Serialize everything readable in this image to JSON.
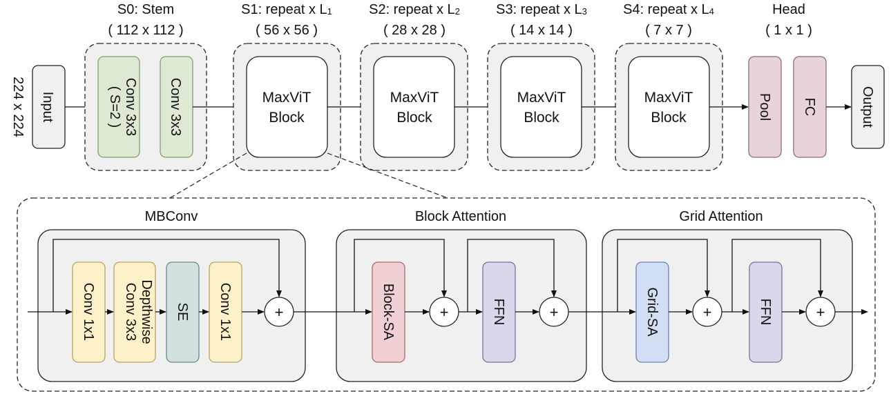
{
  "colors": {
    "stage_bg": "#f0f0f0",
    "stem_fill": "#dde9d3",
    "stem_stroke": "#7fa070",
    "pool_fill": "#e8d2dc",
    "fc_fill": "#e8d2dc",
    "head_stroke": "#8a6a78",
    "mbconv_fill": "#fcf1c8",
    "mbconv_stroke": "#b8a460",
    "se_fill": "#d2e0e0",
    "se_stroke": "#6a8a8a",
    "block_sa_fill": "#f0d0d2",
    "block_sa_stroke": "#a86a70",
    "ffn_fill": "#dcd6ea",
    "ffn_stroke": "#7a70a0",
    "grid_sa_fill": "#d2def4",
    "grid_sa_stroke": "#6a82b8"
  },
  "input": {
    "resolution": "224 x 224",
    "label": "Input"
  },
  "stages": [
    {
      "title": "S0: Stem",
      "size": "( 112 x 112 )"
    },
    {
      "title_prefix": "S1: repeat x L",
      "sub": "1",
      "size": "( 56 x 56 )",
      "block": [
        "MaxViT",
        "Block"
      ]
    },
    {
      "title_prefix": "S2: repeat x L",
      "sub": "2",
      "size": "( 28 x 28 )",
      "block": [
        "MaxViT",
        "Block"
      ]
    },
    {
      "title_prefix": "S3: repeat x L",
      "sub": "3",
      "size": "( 14 x 14 )",
      "block": [
        "MaxViT",
        "Block"
      ]
    },
    {
      "title_prefix": "S4: repeat x L",
      "sub": "4",
      "size": "( 7 x 7 )",
      "block": [
        "MaxViT",
        "Block"
      ]
    }
  ],
  "stem": {
    "conv1": [
      "Conv 3x3",
      "( S=2 )"
    ],
    "conv2": "Conv 3x3"
  },
  "head": {
    "title": "Head",
    "size": "( 1 x 1 )",
    "pool": "Pool",
    "fc": "FC"
  },
  "output": {
    "label": "Output"
  },
  "detail": {
    "mbconv": {
      "title": "MBConv",
      "conv1x1_a": "Conv 1x1",
      "depthwise": [
        "Depthwise",
        "Conv 3x3"
      ],
      "se": "SE",
      "conv1x1_b": "Conv 1x1"
    },
    "block_attention": {
      "title": "Block Attention",
      "sa": "Block-SA",
      "ffn": "FFN"
    },
    "grid_attention": {
      "title": "Grid Attention",
      "sa": "Grid-SA",
      "ffn": "FFN"
    },
    "plus": "+"
  }
}
